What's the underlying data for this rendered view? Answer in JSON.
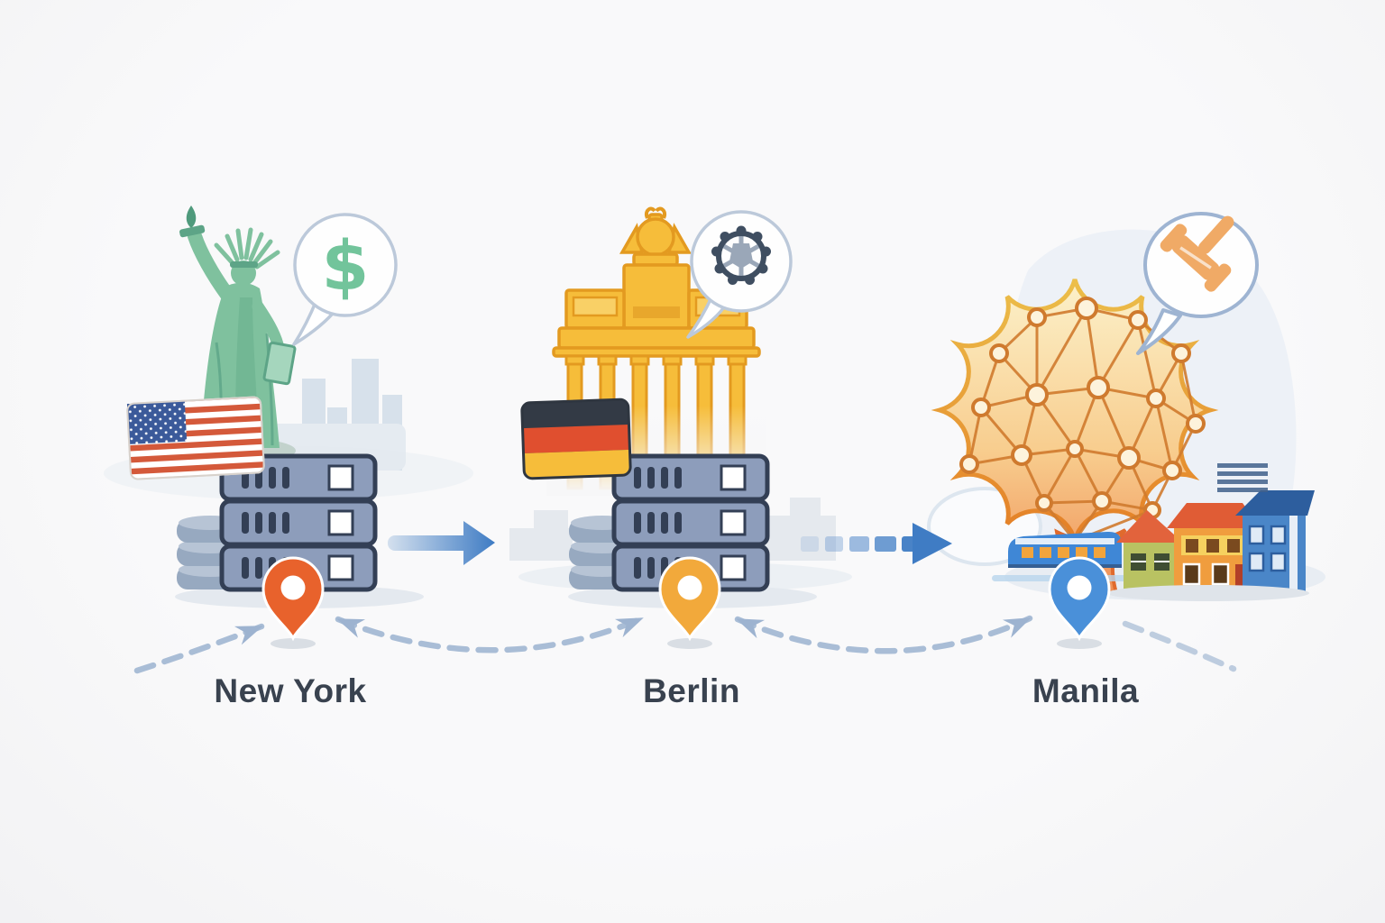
{
  "cities": [
    {
      "name": "New York",
      "pin_color": "#e8622c",
      "flag": "usa-flag",
      "landmark": "statue-of-liberty",
      "bubble_icon": "dollar-icon",
      "bubble_glyph": "$"
    },
    {
      "name": "Berlin",
      "pin_color": "#f2a93b",
      "flag": "germany-flag",
      "landmark": "brandenburg-gate",
      "bubble_icon": "gear-icon"
    },
    {
      "name": "Manila",
      "pin_color": "#4a90d9",
      "landmark": "brain-network",
      "bubble_icon": "gavel-icon"
    }
  ],
  "flow": {
    "order": [
      "New York",
      "Berlin",
      "Manila"
    ],
    "connector_1": "solid-arrow",
    "connector_2": "dashed-arrow",
    "route_style": "dashed-curves-between-pins"
  },
  "colors": {
    "background": "#f7f7f8",
    "label_text": "#39424f",
    "arrow_blue": "#3f7cc4",
    "route_dash_blue": "#a9bdd6",
    "statue_green": "#7fc19e",
    "dollar_green": "#72c49b",
    "gate_gold": "#f6bd3a",
    "gear_dark": "#3f4e61",
    "brain_orange": "#ee8b52",
    "gavel_orange": "#f0aa66",
    "server_body": "#8d9dbb",
    "server_outline": "#333f55",
    "pin_new_york": "#e8622c",
    "pin_berlin": "#f2a93b",
    "pin_manila": "#4a90d9"
  }
}
